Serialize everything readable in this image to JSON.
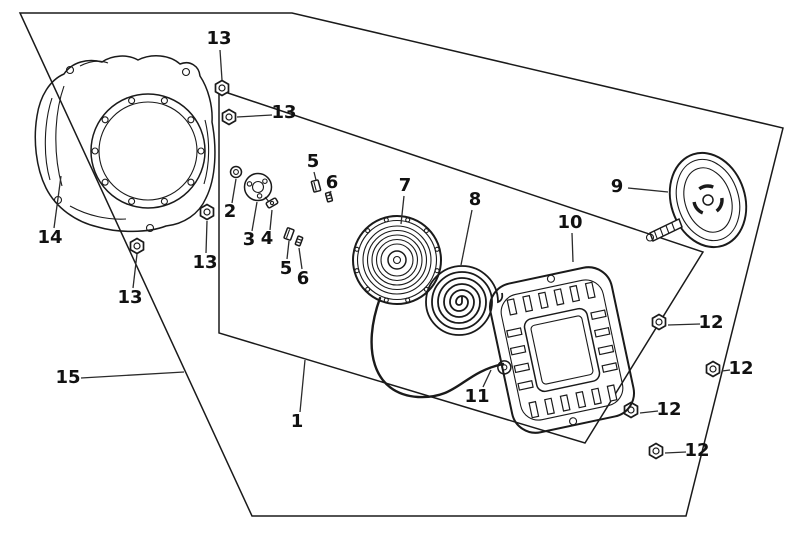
{
  "colors": {
    "line": "#1a1a1a",
    "background": "#ffffff",
    "label": "#111111"
  },
  "callouts": {
    "c1": "1",
    "c2": "2",
    "c3": "3",
    "c4": "4",
    "c5a": "5",
    "c6a": "6",
    "c5b": "5",
    "c6b": "6",
    "c7": "7",
    "c8": "8",
    "c9": "9",
    "c10": "10",
    "c11": "11",
    "c12a": "12",
    "c12b": "12",
    "c12c": "12",
    "c12d": "12",
    "c13a": "13",
    "c13b": "13",
    "c13c": "13",
    "c13d": "13",
    "c14": "14",
    "c15": "15"
  }
}
